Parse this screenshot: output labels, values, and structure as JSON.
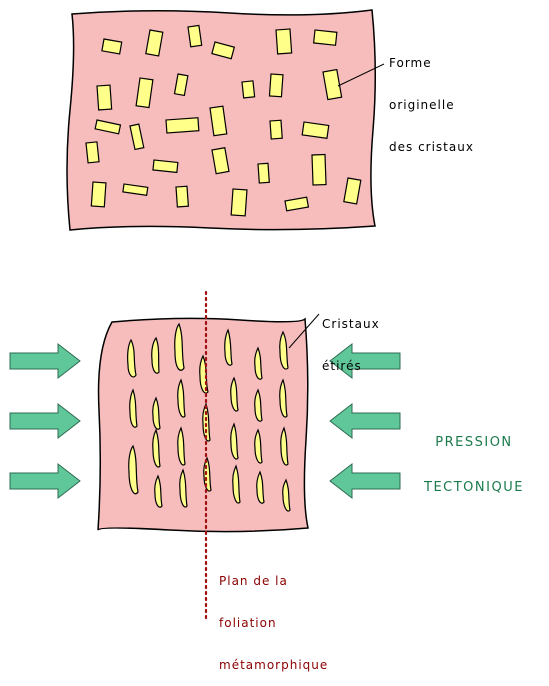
{
  "colors": {
    "rock_fill": "#f7bcbc",
    "rock_stroke": "#000000",
    "crystal_fill": "#ffff8a",
    "crystal_stroke": "#000000",
    "arrow_fill": "#5fc79a",
    "arrow_stroke": "#2f6b52",
    "foliation_line": "#a01010",
    "label_dark": "#000000",
    "label_red": "#8b0000",
    "label_green": "#1a7a4c"
  },
  "labels": {
    "original_shape": {
      "line1": "Forme",
      "line2": "originelle",
      "line3": "des cristaux"
    },
    "stretched": {
      "line1": "Cristaux",
      "line2": "étirés"
    },
    "pressure": {
      "line1": "PRESSION",
      "line2": "TECTONIQUE"
    },
    "foliation": {
      "line1": "Plan de la",
      "line2": "foliation",
      "line3": "métamorphique"
    }
  }
}
